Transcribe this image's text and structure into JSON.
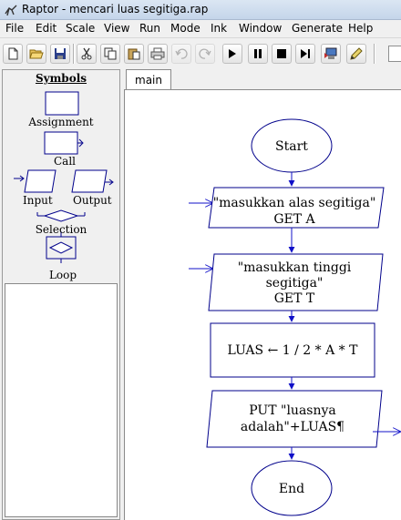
{
  "window": {
    "title": "Raptor - mencari luas segitiga.rap"
  },
  "menu": [
    "File",
    "Edit",
    "Scale",
    "View",
    "Run",
    "Mode",
    "Ink",
    "Window",
    "Generate",
    "Help"
  ],
  "symbols": {
    "title": "Symbols",
    "assignment": "Assignment",
    "call": "Call",
    "input": "Input",
    "output": "Output",
    "selection": "Selection",
    "loop": "Loop"
  },
  "tabs": [
    "main"
  ],
  "flowchart": {
    "start": "Start",
    "input1_line1": "\"masukkan alas segitiga\"",
    "input1_line2": "GET A",
    "input2_line1": "\"masukkan tinggi",
    "input2_line2": "segitiga\"",
    "input2_line3": "GET T",
    "assign": "LUAS ← 1 / 2 * A * T",
    "output_line1": "PUT \"luasnya",
    "output_line2": "adalah\"+LUAS¶",
    "end": "End"
  },
  "colors": {
    "flow_stroke": "#00008b",
    "arrow": "#1010c8"
  }
}
